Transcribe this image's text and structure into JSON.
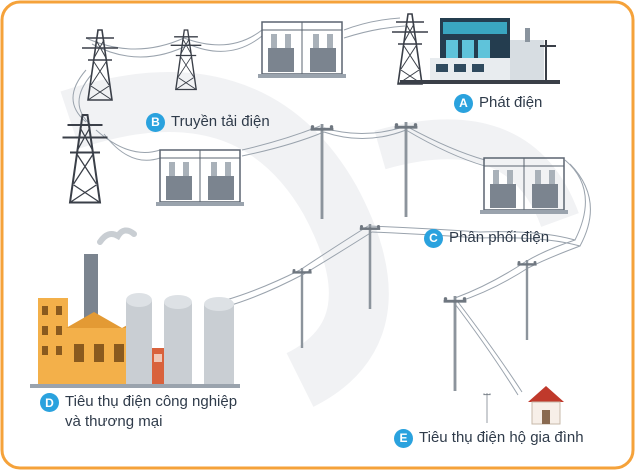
{
  "colors": {
    "frame": "#f5a23a",
    "tower": "#3a3f48",
    "badge": "#2aa2de",
    "wire": "#9aa3ad",
    "pole": "#8c949c",
    "factory_orange": "#f3b04a",
    "factory_red": "#d9623c",
    "silo": "#c9ced3",
    "plant_teal": "#3aa6c0",
    "house_roof": "#c0392b"
  },
  "stages": {
    "a": {
      "letter": "A",
      "text": "Phát điện"
    },
    "b": {
      "letter": "B",
      "text": "Truyền tải điện"
    },
    "c": {
      "letter": "C",
      "text": "Phân phối điện"
    },
    "d": {
      "letter": "D",
      "line1": "Tiêu thụ điện công nghiệp",
      "line2": "và thương mại"
    },
    "e": {
      "letter": "E",
      "text": "Tiêu thụ điện hộ gia đình"
    }
  },
  "icons": {
    "power_plant": "power-plant-icon",
    "tower": "transmission-tower-icon",
    "substation": "substation-icon",
    "pole": "utility-pole-icon",
    "factory": "factory-icon",
    "house": "house-icon"
  }
}
